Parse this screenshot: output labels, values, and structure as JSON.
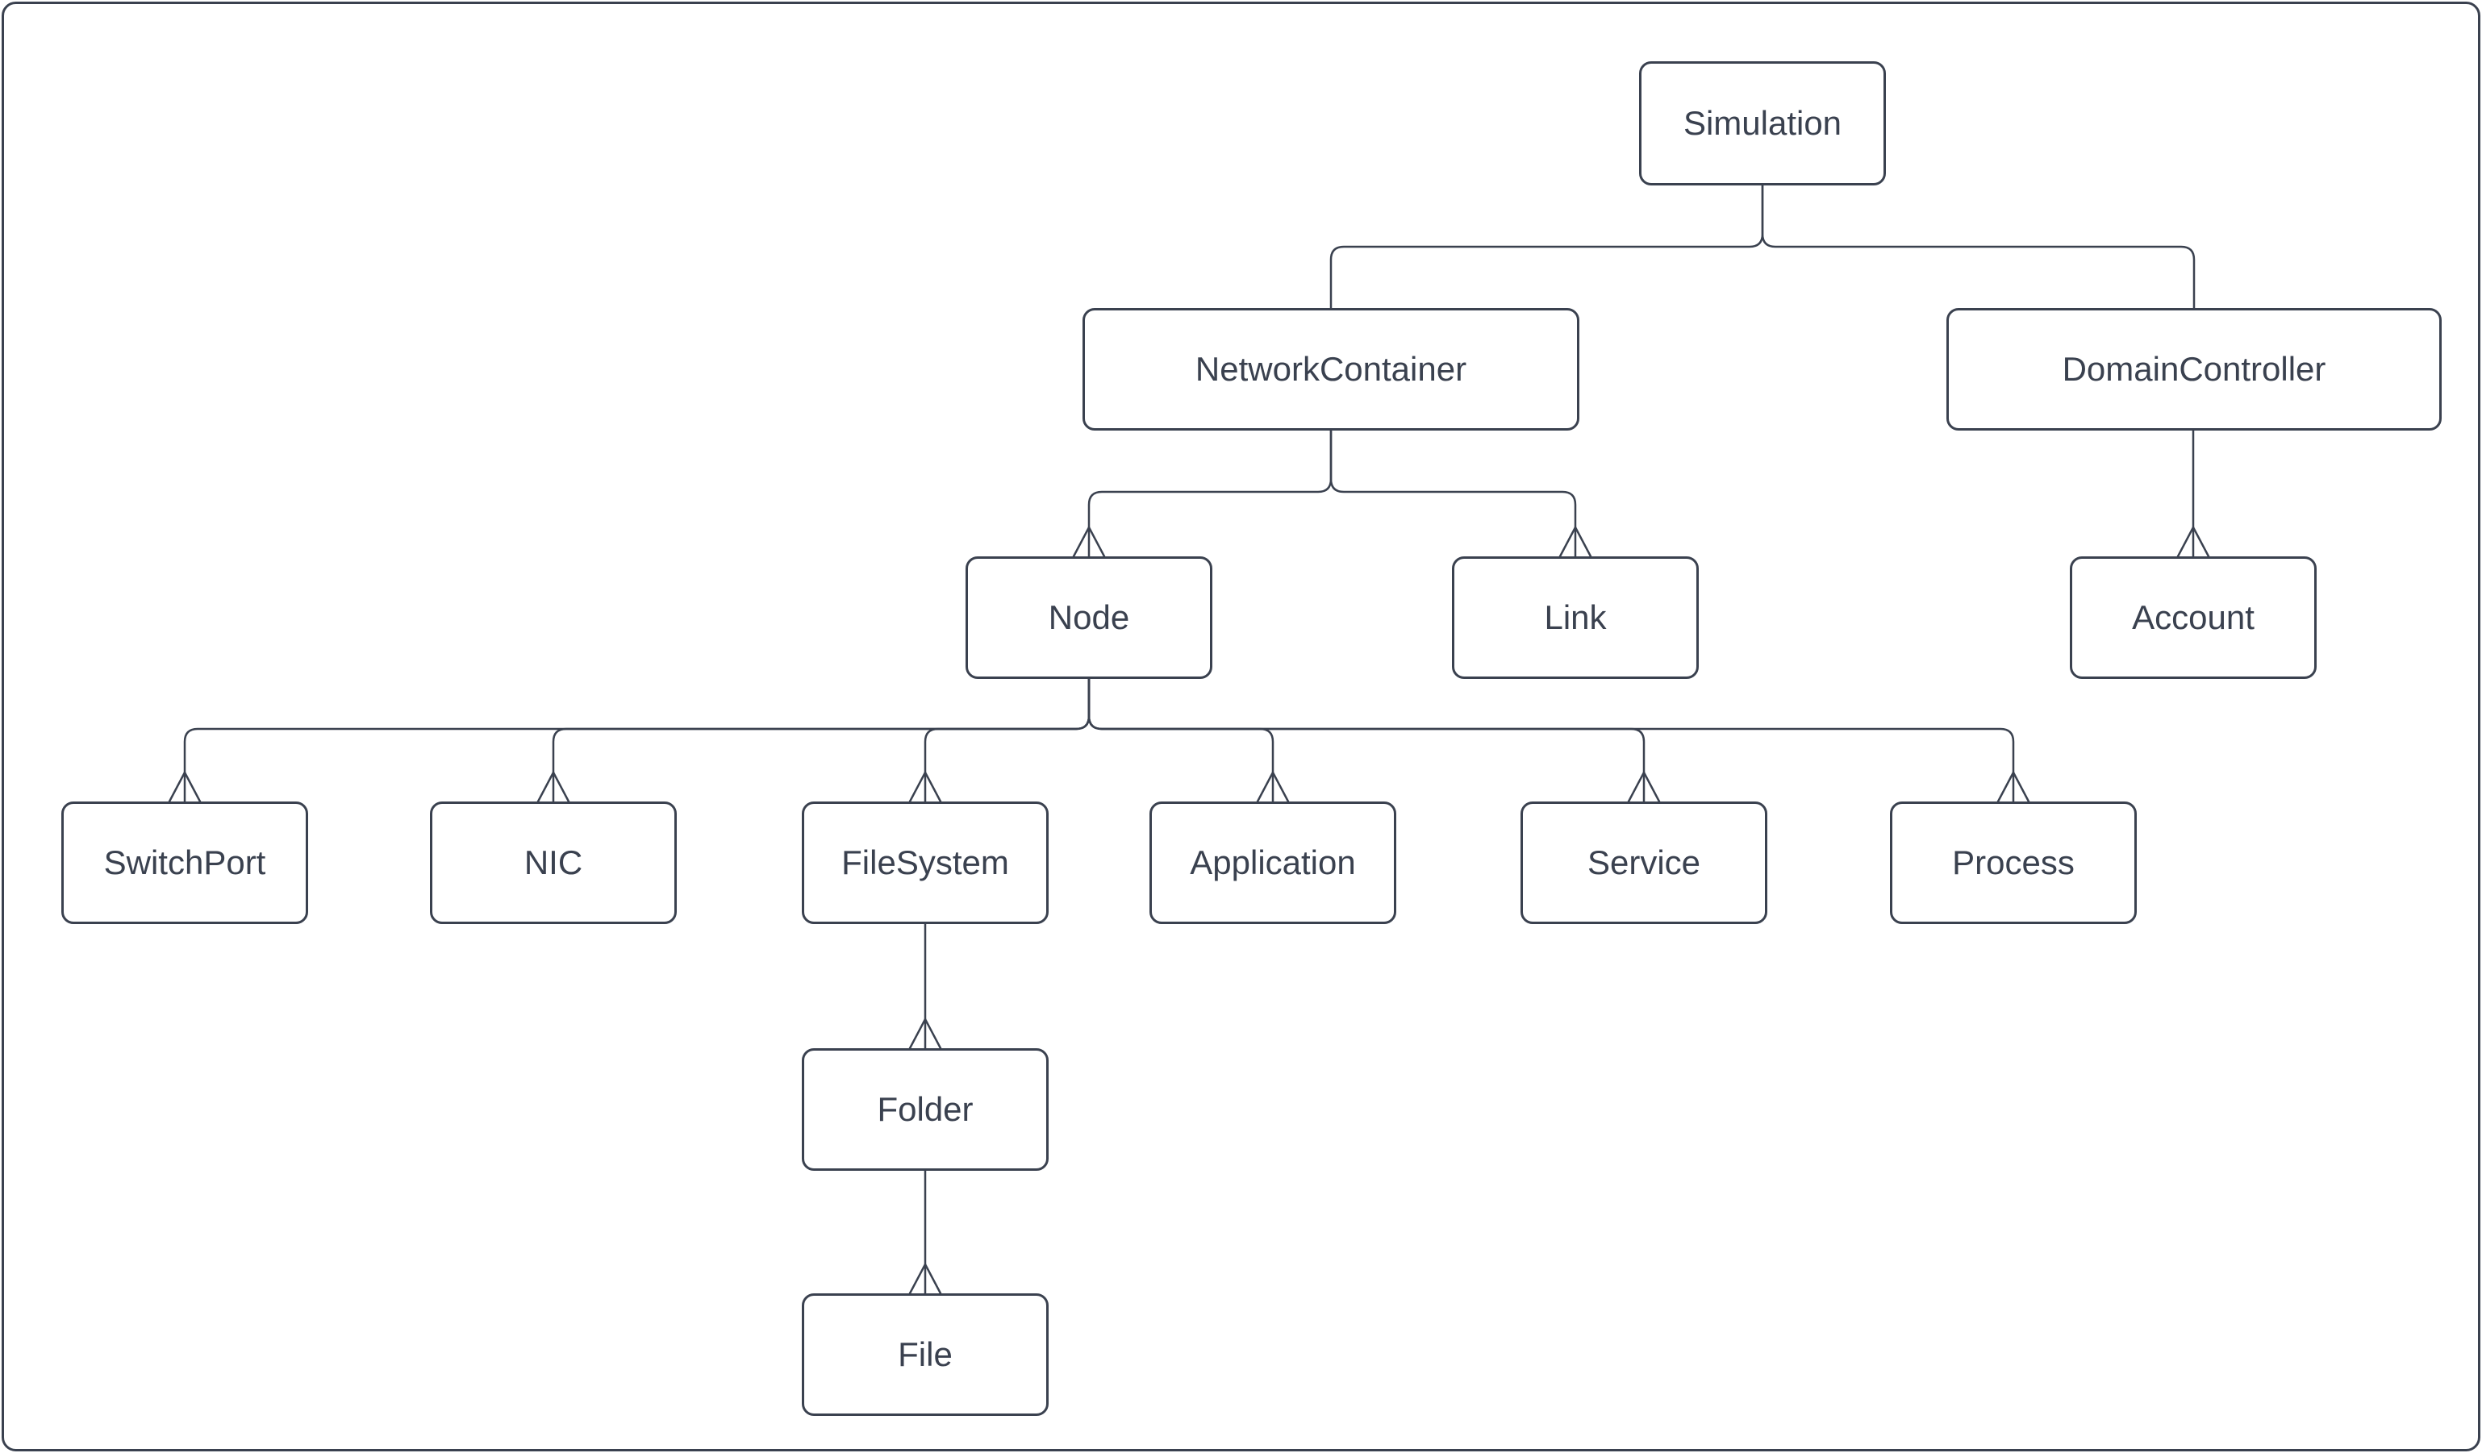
{
  "diagram": {
    "colors": {
      "stroke": "#3A414F",
      "box_fill": "#ffffff",
      "background": "#ffffff"
    },
    "nodes": [
      {
        "id": "simulation",
        "label": "Simulation"
      },
      {
        "id": "network_container",
        "label": "NetworkContainer"
      },
      {
        "id": "domain_controller",
        "label": "DomainController"
      },
      {
        "id": "node",
        "label": "Node"
      },
      {
        "id": "link",
        "label": "Link"
      },
      {
        "id": "account",
        "label": "Account"
      },
      {
        "id": "switch_port",
        "label": "SwitchPort"
      },
      {
        "id": "nic",
        "label": "NIC"
      },
      {
        "id": "file_system",
        "label": "FileSystem"
      },
      {
        "id": "application",
        "label": "Application"
      },
      {
        "id": "service",
        "label": "Service"
      },
      {
        "id": "process",
        "label": "Process"
      },
      {
        "id": "folder",
        "label": "Folder"
      },
      {
        "id": "file",
        "label": "File"
      }
    ],
    "edges": [
      {
        "from": "simulation",
        "to": "network_container",
        "arrowhead": false
      },
      {
        "from": "simulation",
        "to": "domain_controller",
        "arrowhead": false
      },
      {
        "from": "network_container",
        "to": "node",
        "arrowhead": true
      },
      {
        "from": "network_container",
        "to": "link",
        "arrowhead": true
      },
      {
        "from": "domain_controller",
        "to": "account",
        "arrowhead": true
      },
      {
        "from": "node",
        "to": "switch_port",
        "arrowhead": true
      },
      {
        "from": "node",
        "to": "nic",
        "arrowhead": true
      },
      {
        "from": "node",
        "to": "file_system",
        "arrowhead": true
      },
      {
        "from": "node",
        "to": "application",
        "arrowhead": true
      },
      {
        "from": "node",
        "to": "service",
        "arrowhead": true
      },
      {
        "from": "node",
        "to": "process",
        "arrowhead": true
      },
      {
        "from": "file_system",
        "to": "folder",
        "arrowhead": true
      },
      {
        "from": "folder",
        "to": "file",
        "arrowhead": true
      }
    ]
  }
}
